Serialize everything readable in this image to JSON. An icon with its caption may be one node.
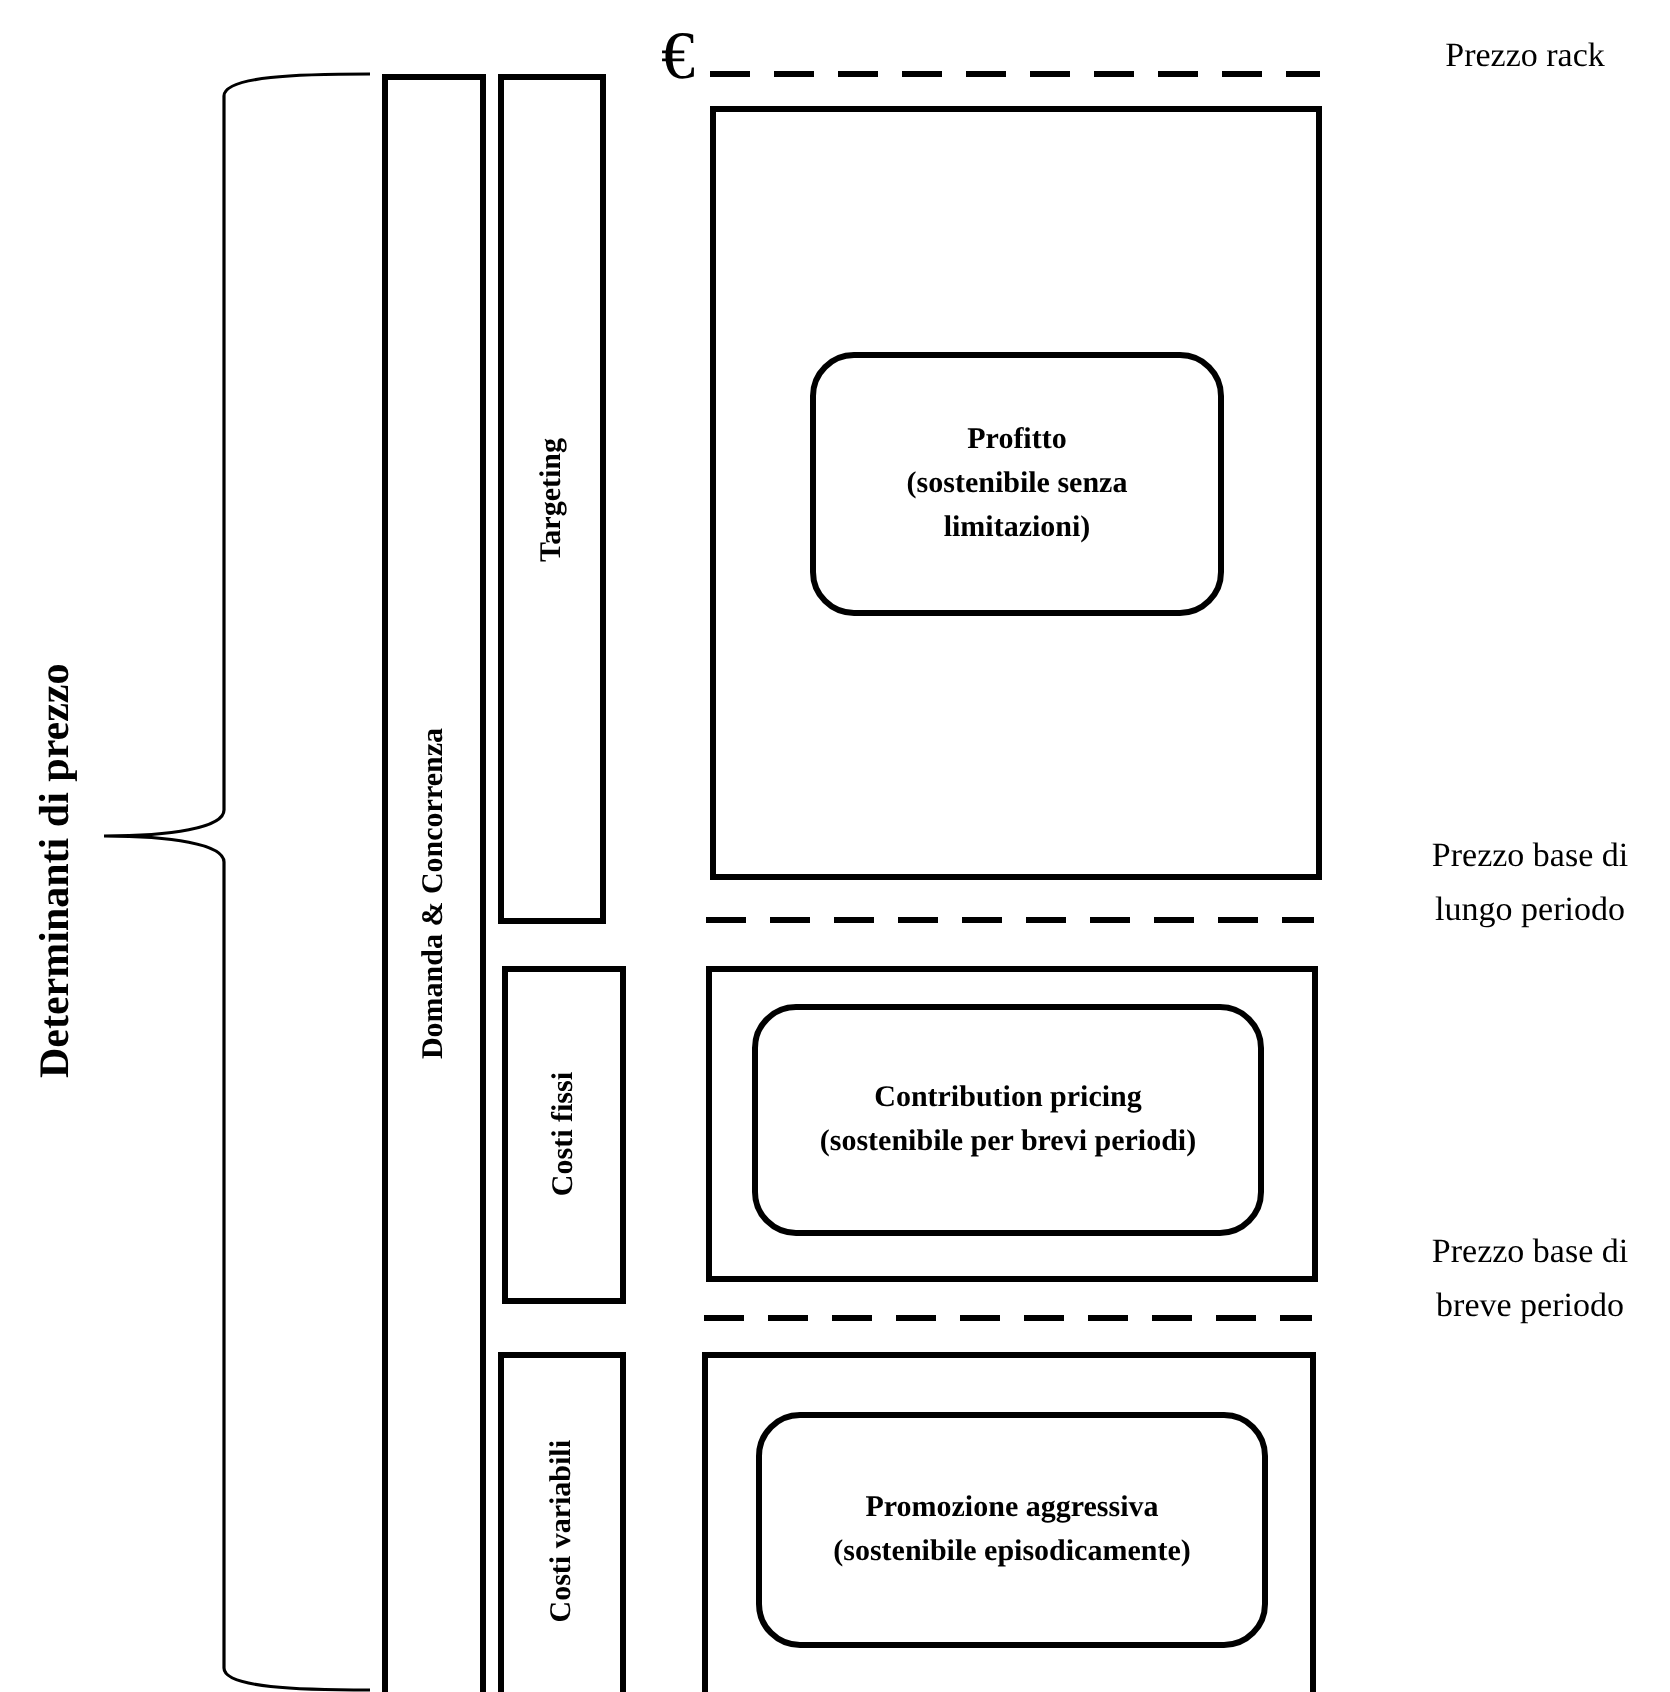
{
  "diagram": {
    "nodes": [
      {
        "text": [
          "Domanda & Concorrenza"
        ]
      },
      {
        "text": [
          "Targeting"
        ]
      },
      {
        "text": [
          "Costi fissi"
        ]
      },
      {
        "text": [
          "Costi variabili"
        ]
      },
      {
        "text": [],
        "shape": "box"
      },
      {
        "text": [
          "Profitto",
          "(sostenibile senza limitazioni)"
        ],
        "in": 4
      },
      {
        "text": [],
        "shape": "box"
      },
      {
        "text": [
          "Contribution pricing",
          "(sostenibile per brevi periodi)"
        ],
        "in": 6
      },
      {
        "text": [],
        "shape": "box"
      },
      {
        "text": [
          "Promozione aggressiva",
          "(sostenibile episodicamente)"
        ],
        "in": 8
      }
    ],
    "edges": [],
    "labels": [
      "€",
      "Prezzo rack",
      "Determinanti di prezzo",
      "Prezzo base di lungo periodo",
      "Prezzo base di breve periodo"
    ]
  }
}
